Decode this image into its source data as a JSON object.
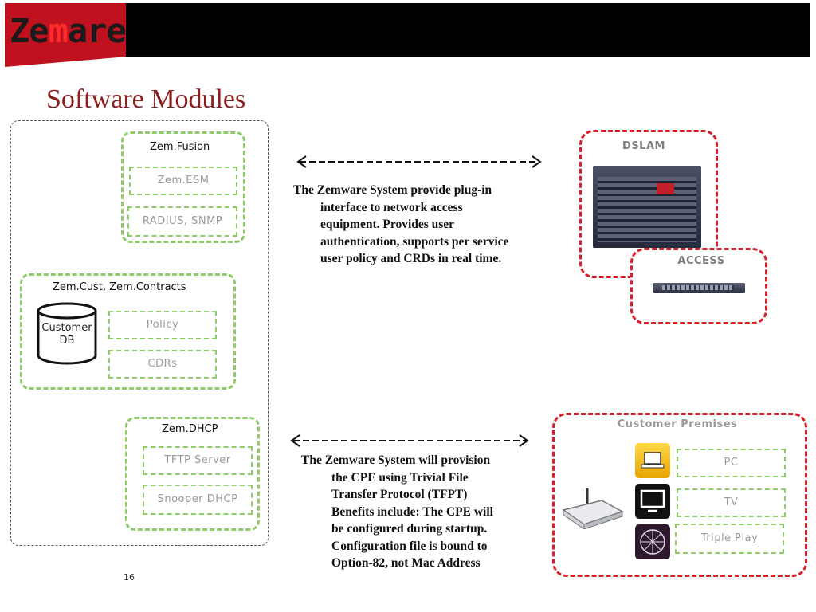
{
  "brand": {
    "logo_text_pre": "Ze",
    "logo_text_accent": "m",
    "logo_text_post": "are"
  },
  "page": {
    "title": "Software Modules",
    "page_number": "16"
  },
  "modules": {
    "zemfusion": {
      "label": "Zem.Fusion",
      "items": [
        "Zem.ESM",
        "RADIUS, SNMP"
      ]
    },
    "zemcust": {
      "label": "Zem.Cust, Zem.Contracts",
      "db_label_line1": "Customer",
      "db_label_line2": "DB",
      "items": [
        "Policy",
        "CDRs"
      ]
    },
    "zemdhcp": {
      "label": "Zem.DHCP",
      "items": [
        "TFTP Server",
        "Snooper DHCP"
      ]
    }
  },
  "network": {
    "dslam_label": "DSLAM",
    "access_label": "ACCESS",
    "description_first": "The Zemware System provide plug-in",
    "description_rest": [
      "interface to network access",
      "equipment. Provides user",
      "authentication, supports per service",
      "user policy and CRDs in real time."
    ]
  },
  "premises": {
    "label": "Customer Premises",
    "items": [
      "PC",
      "TV",
      "Triple Play"
    ],
    "description_first": "The Zemware System will provision",
    "description_rest": [
      "the CPE using Trivial File",
      "Transfer Protocol (TFPT)",
      "Benefits include: The CPE will",
      "be configured during startup.",
      "Configuration file is bound to",
      "Option-82, not Mac Address"
    ]
  },
  "colors": {
    "brand_red": "#c0111f",
    "title": "#8b1d1d",
    "green": "#8fcb68",
    "red": "#d8202a"
  }
}
